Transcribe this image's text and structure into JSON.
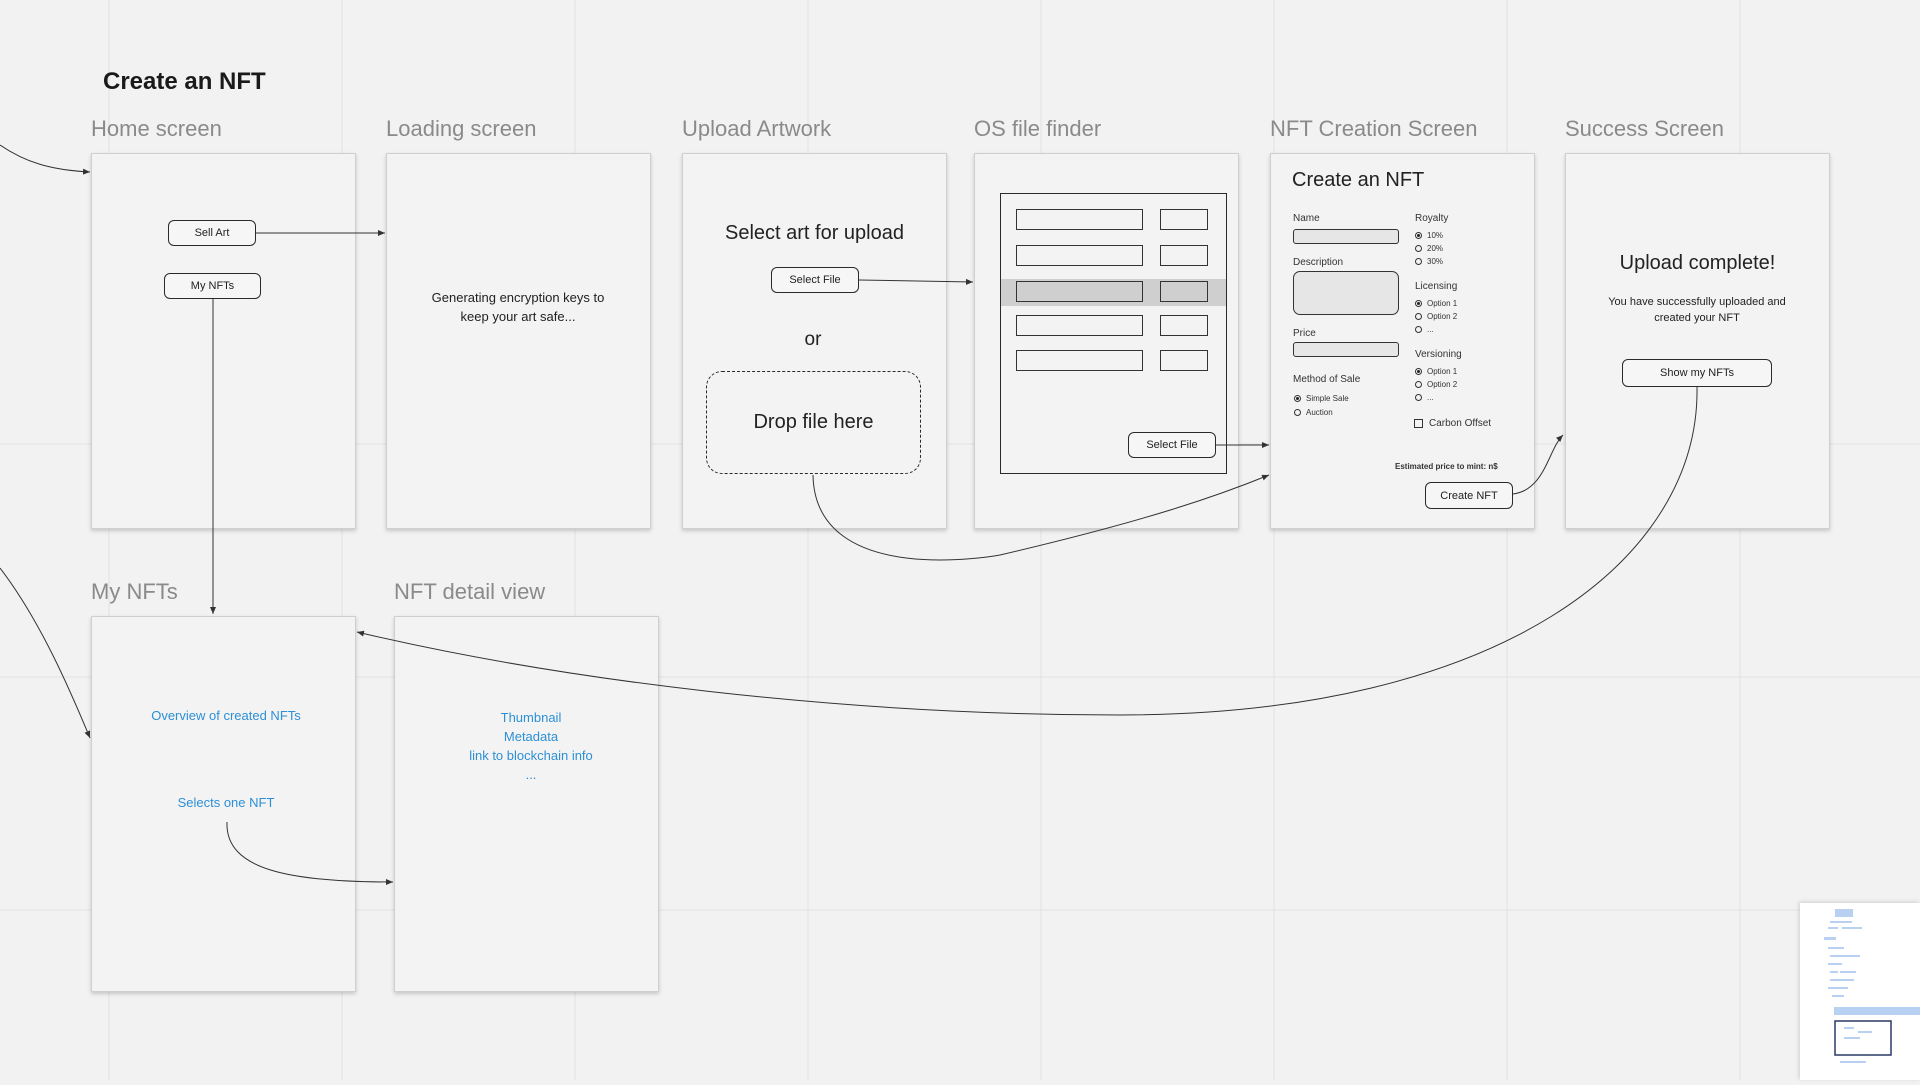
{
  "board": {
    "title": "Create an NFT"
  },
  "frames": {
    "home": {
      "label": "Home screen",
      "sell_art": "Sell Art",
      "my_nfts": "My NFTs"
    },
    "loading": {
      "label": "Loading screen",
      "message": "Generating encryption keys to keep your art safe..."
    },
    "upload": {
      "label": "Upload Artwork",
      "heading": "Select art for upload",
      "select_file": "Select File",
      "or": "or",
      "drop": "Drop file here"
    },
    "finder": {
      "label": "OS file finder",
      "select_file": "Select File"
    },
    "creation": {
      "label": "NFT Creation Screen",
      "heading": "Create an NFT",
      "name_label": "Name",
      "description_label": "Description",
      "price_label": "Price",
      "method_label": "Method of Sale",
      "method_options": [
        "Simple Sale",
        "Auction"
      ],
      "royalty_label": "Royalty",
      "royalty_options": [
        "10%",
        "20%",
        "30%"
      ],
      "licensing_label": "Licensing",
      "licensing_options": [
        "Option 1",
        "Option 2",
        "..."
      ],
      "versioning_label": "Versioning",
      "versioning_options": [
        "Option 1",
        "Option 2",
        "..."
      ],
      "carbon_offset": "Carbon Offset",
      "estimated_price": "Estimated price to mint: n$",
      "create_button": "Create NFT"
    },
    "success": {
      "label": "Success Screen",
      "heading": "Upload complete!",
      "message": "You have successfully uploaded and created your NFT",
      "show_button": "Show my NFTs"
    },
    "mynfts": {
      "label": "My NFTs",
      "overview": "Overview of created NFTs",
      "selects": "Selects one NFT"
    },
    "detail": {
      "label": "NFT detail view",
      "line1": "Thumbnail",
      "line2": "Metadata",
      "line3": "link to blockchain info",
      "line4": "..."
    }
  },
  "colors": {
    "background": "#f2f2f2",
    "frame": "#f3f3f3",
    "annotation_blue": "#2d8fd6",
    "label_gray": "#8a8a8a"
  }
}
